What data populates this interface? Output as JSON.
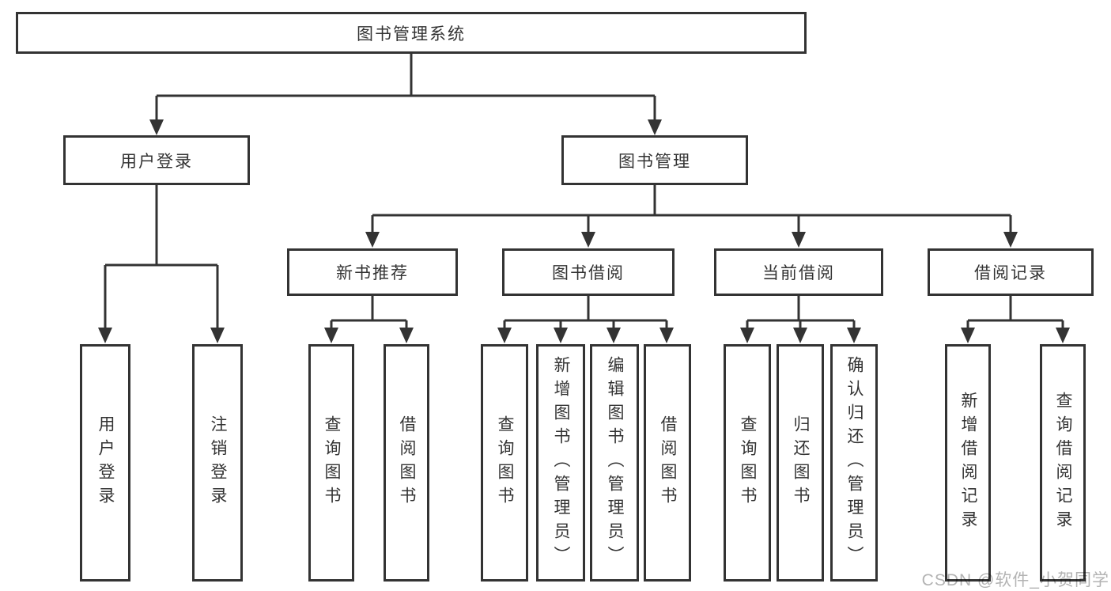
{
  "tree": {
    "label": "图书管理系统",
    "children": [
      {
        "label": "用户登录",
        "children": [
          {
            "label": "用户登录"
          },
          {
            "label": "注销登录"
          }
        ]
      },
      {
        "label": "图书管理",
        "children": [
          {
            "label": "新书推荐",
            "children": [
              {
                "label": "查询图书"
              },
              {
                "label": "借阅图书"
              }
            ]
          },
          {
            "label": "图书借阅",
            "children": [
              {
                "label": "查询图书"
              },
              {
                "label": "新增图书（管理员）"
              },
              {
                "label": "编辑图书（管理员）"
              },
              {
                "label": "借阅图书"
              }
            ]
          },
          {
            "label": "当前借阅",
            "children": [
              {
                "label": "查询图书"
              },
              {
                "label": "归还图书"
              },
              {
                "label": "确认归还（管理员）"
              }
            ]
          },
          {
            "label": "借阅记录",
            "children": [
              {
                "label": "新增借阅记录"
              },
              {
                "label": "查询借阅记录"
              }
            ]
          }
        ]
      }
    ]
  },
  "watermark": "CSDN @软件_小贺同学",
  "colors": {
    "line": "#333333",
    "box_border": "#333333",
    "box_fill": "#ffffff",
    "text": "#333333",
    "watermark": "#b3b3b3",
    "background": "#ffffff"
  }
}
